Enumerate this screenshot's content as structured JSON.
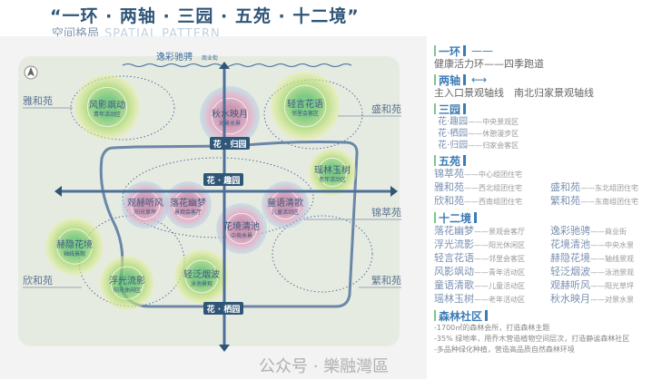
{
  "title": "“一环 · 两轴 · 三园 · 五苑 · 十二境”",
  "subtitle": {
    "cn": "空间格局",
    "en": "SPATIAL PATTERN"
  },
  "map": {
    "street": {
      "name": "逸彩驰骋",
      "sub": "商业街"
    },
    "gardens": [
      "花 · 归园",
      "花 · 趣园",
      "花 · 栖园"
    ],
    "yuan": [
      "雅和苑",
      "盛和苑",
      "锦萃苑",
      "欣和苑",
      "繁和苑"
    ],
    "spots": [
      {
        "name": "风影飒动",
        "sub": "青年活动区"
      },
      {
        "name": "秋水映月",
        "sub": "对景水景"
      },
      {
        "name": "轻言花语",
        "sub": "邻里会客区"
      },
      {
        "name": "瑶林玉树",
        "sub": "老年活动区"
      },
      {
        "name": "观赫听风",
        "sub": "阳光草坪"
      },
      {
        "name": "落花幽梦",
        "sub": "景观会客厅"
      },
      {
        "name": "花境清池",
        "sub": "中央水景"
      },
      {
        "name": "童语清歌",
        "sub": "儿童活动区"
      },
      {
        "name": "赫隐花境",
        "sub": "轴线景观"
      },
      {
        "name": "浮光流影",
        "sub": "阳光休闲区"
      },
      {
        "name": "轻泛烟波",
        "sub": "泳池景观"
      }
    ]
  },
  "legend": {
    "ring": {
      "h": "一环",
      "text": "健康活力环——四季跑道"
    },
    "axes": {
      "h": "两轴",
      "text": "主入口景观轴线　南北归家景观轴线"
    },
    "gardens": {
      "h": "三园",
      "items": [
        {
          "n": "花·趣园",
          "d": "——中央景观区"
        },
        {
          "n": "花·栖园",
          "d": "——休憩漫步区"
        },
        {
          "n": "花·归园",
          "d": "——归家会客区"
        }
      ]
    },
    "yuan": {
      "h": "五苑",
      "items": [
        {
          "n": "锦萃苑",
          "d": "——中心组团住宅"
        },
        {
          "n": "",
          "d": ""
        },
        {
          "n": "雅和苑",
          "d": "——西北组团住宅"
        },
        {
          "n": "盛和苑",
          "d": "——东北组团住宅"
        },
        {
          "n": "欣和苑",
          "d": "——西南组团住宅"
        },
        {
          "n": "繁和苑",
          "d": "——东南组团住宅"
        }
      ]
    },
    "scenes": {
      "h": "十二境",
      "items": [
        {
          "n": "落花幽梦",
          "d": "——景观会客厅"
        },
        {
          "n": "逸彩驰骋",
          "d": "——商业街"
        },
        {
          "n": "浮光流影",
          "d": "——阳光休闲区"
        },
        {
          "n": "花境清池",
          "d": "——中央水景"
        },
        {
          "n": "轻言花语",
          "d": "——邻里会客区"
        },
        {
          "n": "赫隐花境",
          "d": "——轴线景观"
        },
        {
          "n": "风影飒动",
          "d": "——青年活动区"
        },
        {
          "n": "轻泛烟波",
          "d": "——泳池景观"
        },
        {
          "n": "童语清歌",
          "d": "——儿童活动区"
        },
        {
          "n": "观赫听风",
          "d": "——阳光草坪"
        },
        {
          "n": "瑶林玉树",
          "d": "——老年活动区"
        },
        {
          "n": "秋水映月",
          "d": "——对景水景"
        }
      ]
    },
    "forest": {
      "h": "森林社区",
      "notes": [
        "-1700㎡的森林会所，打造森林主题",
        "-35% 绿地率，用乔木营造植物空间层次，打造静谧森林社区",
        "-多品种绿化种植，营造高品质自然森林环境"
      ]
    }
  },
  "watermark": "公众号 · 樂融灣區"
}
